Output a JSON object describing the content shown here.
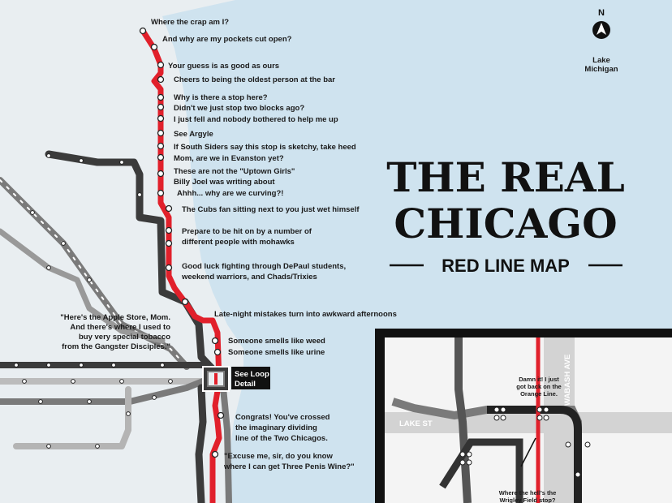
{
  "title_line1": "THE REAL",
  "title_line2": "CHICAGO",
  "subtitle": "RED LINE MAP",
  "compass": "N",
  "lake_label_1": "Lake",
  "lake_label_2": "Michigan",
  "loop_callout_1": "See Loop",
  "loop_callout_2": "Detail",
  "colors": {
    "red_line": "#e1202b",
    "dark_line": "#3b3b3b",
    "mid_line": "#7a7a7a",
    "light_line": "#b4b4b4",
    "lake": "#cfe3ef",
    "land": "#e9eef1"
  },
  "stops": [
    "Where the crap am I?",
    "And why are my pockets cut open?",
    "Your guess is as good as ours",
    "Cheers to being the oldest person at the bar",
    "Why is there a stop here?",
    "Didn't we just stop two blocks ago?",
    "I just fell and nobody bothered to help me up",
    "See Argyle",
    "If South Siders say this stop is sketchy, take heed",
    "Mom, are we in Evanston yet?",
    "These are not the \"Uptown Girls\"",
    "Billy Joel was writing about",
    "Ahhh... why are we curving?!",
    "The Cubs fan sitting next to you just wet himself",
    "Prepare to be hit on by a number of",
    "different people with mohawks",
    "Good luck fighting through DePaul students,",
    "weekend warriors, and Chads/Trixies",
    "Late-night mistakes turn into awkward afternoons",
    "Someone smells like weed",
    "Someone smells like urine",
    "Congrats! You've crossed",
    "the imaginary dividing",
    "line of the Two Chicagos.",
    "\"Excuse me, sir, do you know",
    "where I can get Three Penis Wine?\""
  ],
  "apple_store": [
    "\"Here's the Apple Store, Mom.",
    "And there's where I used to",
    "buy very special tobacco",
    "from the Gangster Disciples.\""
  ],
  "inset": {
    "street_lake": "LAKE ST",
    "street_wabash": "WABASH AVE",
    "damn_1": "Damn it! I just",
    "damn_2": "got back on the",
    "damn_3": "Orange Line.",
    "where_1": "Where the hell's the",
    "where_2": "Wrigley Field stop?"
  }
}
